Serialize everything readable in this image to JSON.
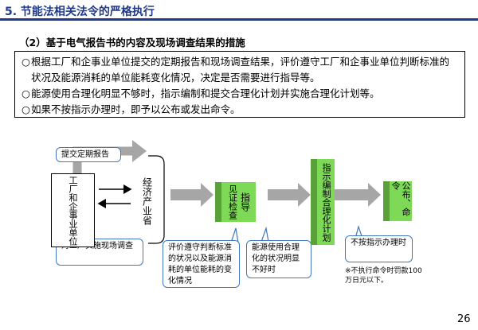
{
  "header": {
    "title": "5. 节能法相关法令的严格执行",
    "subtitle": "（2）基于电气报告书的内容及现场调查结果的措施"
  },
  "summary": {
    "bullet_mark": "○",
    "items": [
      "根据工厂和企事业单位提交的定期报告和现场调查结果，评价遵守工厂和企事业单位判断标准的状况及能源消耗的单位能耗变化情况，决定是否需要进行指导等。",
      "能源使用合理化明显不够时，指示编制和提交合理化计划并实施合理化计划等。",
      "如果不按指示办理时，即予以公布或发出命令。"
    ]
  },
  "diagram": {
    "nodes": {
      "factory": "工厂和企事业单位",
      "ministry": "经济产业省",
      "guidance": "指导",
      "guidance_side": "见证检查",
      "plan_instruction": "指示编制合理化计划",
      "publish_order": "公布、命令"
    },
    "callouts": {
      "submit_report": "提交定期报告",
      "site_survey": "对工厂实施现场调查",
      "evaluate": "评价遵守判断标准的状况以及能源消耗的单位能耗的变化情况",
      "insufficient": "能源使用合理化的状况明显不好时",
      "noncompliance": "不按指示办理时"
    },
    "footnote": "※不执行命令时罚款100万日元以下。"
  },
  "page_number": "26",
  "colors": {
    "title_blue": "#1f3a8a",
    "arrow_gray": "#a6a6a6",
    "green_box": "#7ed957",
    "callout_border": "#3f78c0"
  }
}
